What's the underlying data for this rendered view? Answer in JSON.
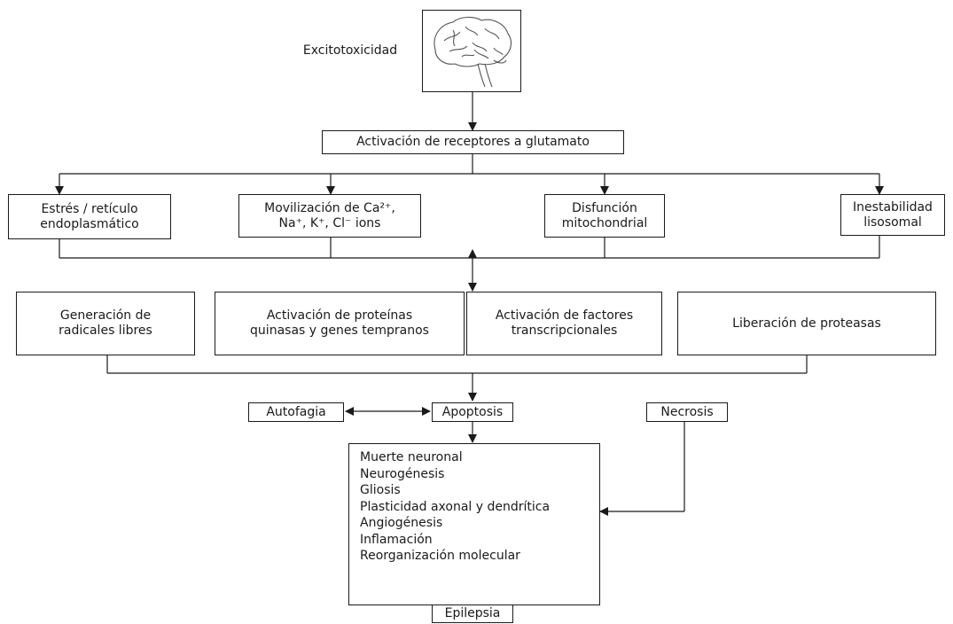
{
  "diagram": {
    "title_label": "Excitotoxicidad",
    "brain_image": "brain-illustration",
    "activation": "Activación de receptores a glutamato",
    "level1": {
      "stress": "Estrés / retículo\nendoplasmático",
      "mobilization": "Movilización de Ca²⁺,\nNa⁺, K⁺, Cl⁻ ions",
      "dysfunction": "Disfunción\nmitochondrial",
      "instability": "Inestabilidad\nlisosomal"
    },
    "level2": {
      "radicals": "Generación de\nradicales libres",
      "kinases": "Activación de proteínas\nquinasas y genes tempranos",
      "factors": "Activación de factores\ntranscripcionales",
      "proteases": "Liberación de proteasas"
    },
    "level3": {
      "autophagy": "Autofagia",
      "apoptosis": "Apoptosis",
      "necrosis": "Necrosis"
    },
    "outcomes": [
      "Muerte neuronal",
      "Neurogénesis",
      "Gliosis",
      "Plasticidad axonal y dendrítica",
      "Angiogénesis",
      "Inflamación",
      "Reorganización molecular"
    ],
    "final": "Epilepsia",
    "line_color": "#1a1a1a"
  }
}
